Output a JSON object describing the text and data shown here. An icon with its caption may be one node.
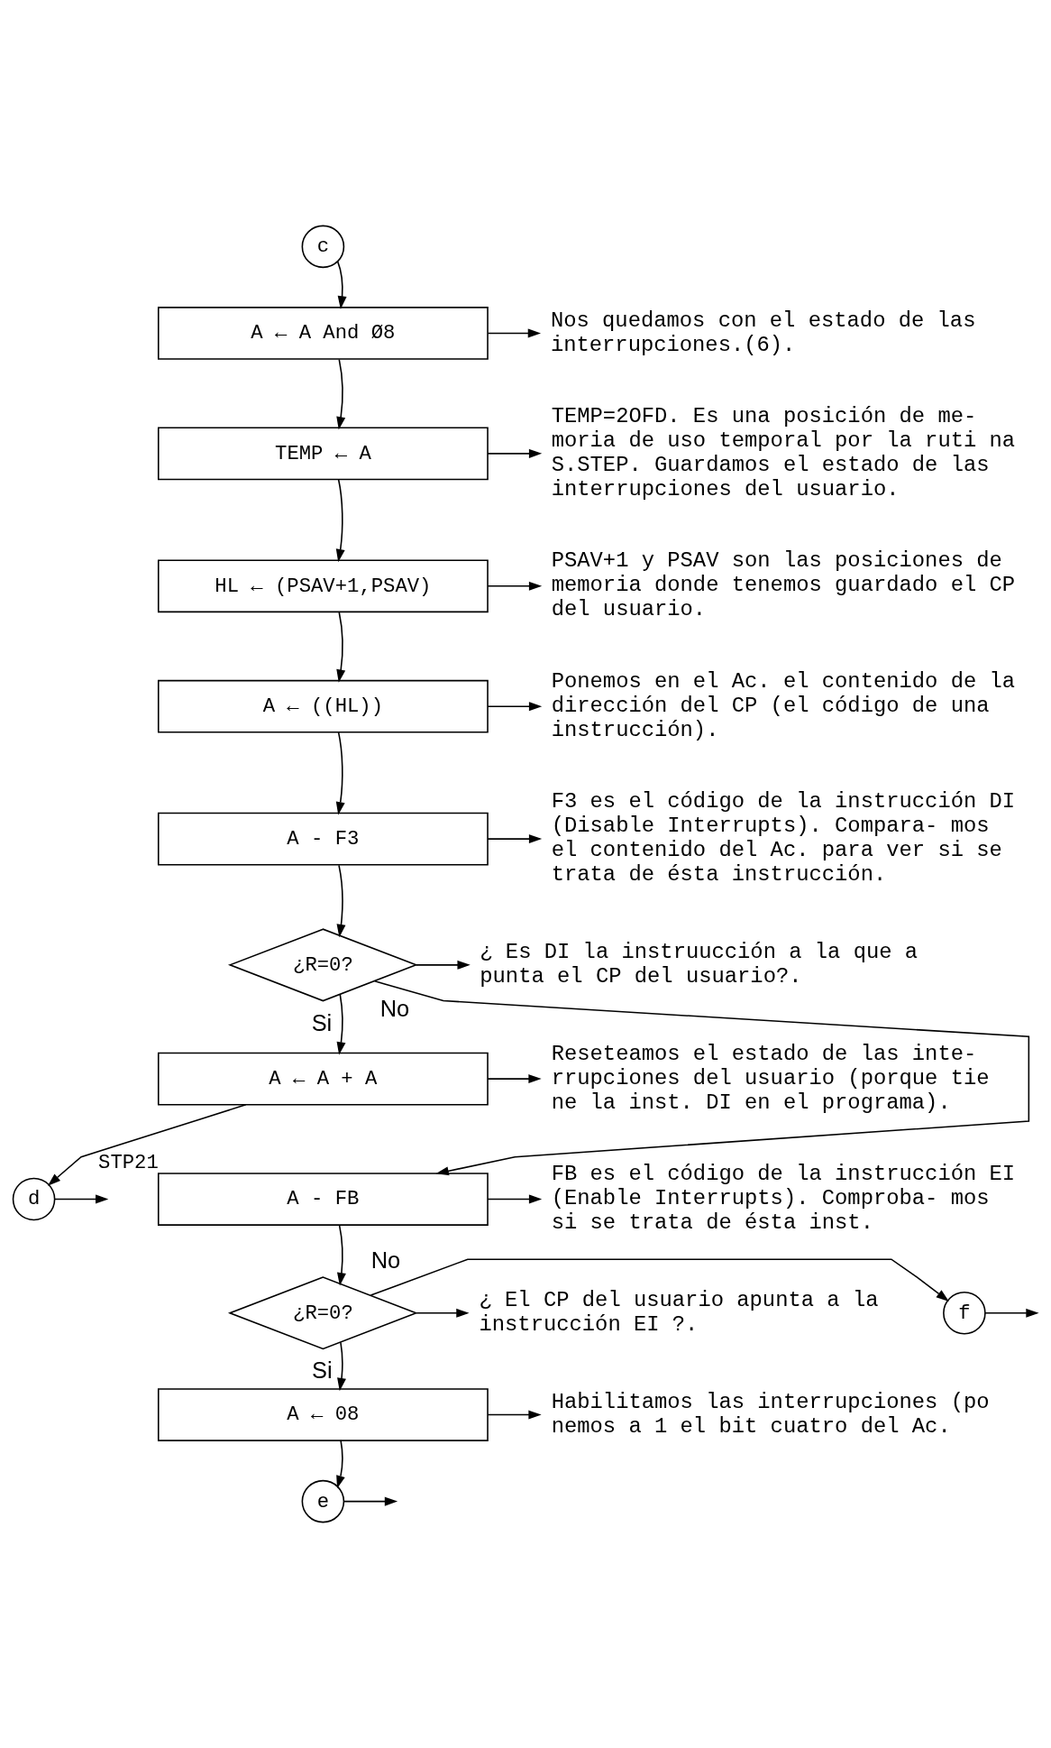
{
  "diagram": {
    "nodes": [
      {
        "text": [
          "c"
        ]
      },
      {
        "text": [
          "A ← A And Ø8"
        ]
      },
      {
        "text": [
          "Nos quedamos con el estado de las interrupciones.(6)."
        ]
      },
      {
        "text": [
          "TEMP ← A"
        ]
      },
      {
        "text": [
          "TEMP=2OFD. Es una posición de me- moria de uso temporal por la ruti na S.STEP. Guardamos el estado de las interrupciones del usuario."
        ]
      },
      {
        "text": [
          "HL ← (PSAV+1,PSAV)"
        ]
      },
      {
        "text": [
          "PSAV+1 y PSAV son las posiciones de memoria donde tenemos guardado el CP del usuario."
        ]
      },
      {
        "text": [
          "A ← ((HL))"
        ]
      },
      {
        "text": [
          "Ponemos en el Ac. el contenido de la dirección del CP (el código de una instrucción)."
        ]
      },
      {
        "text": [
          "A - F3"
        ]
      },
      {
        "text": [
          "F3 es el código de la instrucción DI (Disable Interrupts). Compara- mos el contenido del Ac. para ver si se trata de ésta instrucción."
        ]
      },
      {
        "text": [
          "¿R=0?"
        ]
      },
      {
        "text": [
          "¿ Es DI la instruucción a la que a punta el CP del usuario?."
        ]
      },
      {
        "text": [
          "A ← A + A"
        ]
      },
      {
        "text": [
          "Reseteamos el estado de las inte- rrupciones del usuario (porque tie ne la inst. DI en el programa)."
        ]
      },
      {
        "text": [
          "d"
        ]
      },
      {
        "text": [
          "A - FB"
        ],
        "beside": [
          "STP21"
        ]
      },
      {
        "text": [
          "FB es el código de la instrucción EI (Enable Interrupts). Comproba- mos si se trata de ésta inst."
        ]
      },
      {
        "text": [
          "¿R=0?"
        ]
      },
      {
        "text": [
          "f"
        ]
      },
      {
        "text": [
          "¿ El CP del usuario apunta a la instrucción EI ?."
        ]
      },
      {
        "text": [
          "A ← 08"
        ]
      },
      {
        "text": [
          "Habilitamos las interrupciones (po nemos a 1 el bit cuatro del Ac."
        ]
      },
      {
        "text": [
          "e"
        ]
      }
    ],
    "edges": [
      {
        "from": 0,
        "to": 1,
        "arrow": "to"
      },
      {
        "from": 1,
        "to": 2,
        "arrow": "to"
      },
      {
        "from": 1,
        "to": 3,
        "arrow": "to"
      },
      {
        "from": 3,
        "to": 4,
        "arrow": "to"
      },
      {
        "from": 3,
        "to": 5,
        "arrow": "to"
      },
      {
        "from": 5,
        "to": 6,
        "arrow": "to"
      },
      {
        "from": 5,
        "to": 7,
        "arrow": "to"
      },
      {
        "from": 7,
        "to": 8,
        "arrow": "to"
      },
      {
        "from": 7,
        "to": 9,
        "arrow": "to"
      },
      {
        "from": 9,
        "to": 10,
        "arrow": "to"
      },
      {
        "from": 9,
        "to": 11,
        "arrow": "to"
      },
      {
        "from": 11,
        "to": 12,
        "arrow": "to"
      },
      {
        "from": 11,
        "to": 13,
        "arrow": "to",
        "label": "Si"
      },
      {
        "from": 11,
        "to": 16,
        "arrow": "to",
        "label": "No"
      },
      {
        "from": 13,
        "to": 14,
        "arrow": "to"
      },
      {
        "from": 13,
        "to": 15,
        "arrow": "to"
      },
      {
        "from": 15,
        "to": null,
        "arrow": "to"
      },
      {
        "from": 16,
        "to": 17,
        "arrow": "to"
      },
      {
        "from": 16,
        "to": 18,
        "arrow": "to"
      },
      {
        "from": 18,
        "to": 19,
        "arrow": "to",
        "label": "No"
      },
      {
        "from": 19,
        "to": null,
        "arrow": "to"
      },
      {
        "from": 18,
        "to": 20,
        "arrow": "to"
      },
      {
        "from": 18,
        "to": 21,
        "arrow": "to",
        "label": "Si"
      },
      {
        "from": 21,
        "to": 22,
        "arrow": "to"
      },
      {
        "from": 21,
        "to": 23,
        "arrow": "to"
      },
      {
        "from": 23,
        "to": null,
        "arrow": "to"
      }
    ]
  }
}
